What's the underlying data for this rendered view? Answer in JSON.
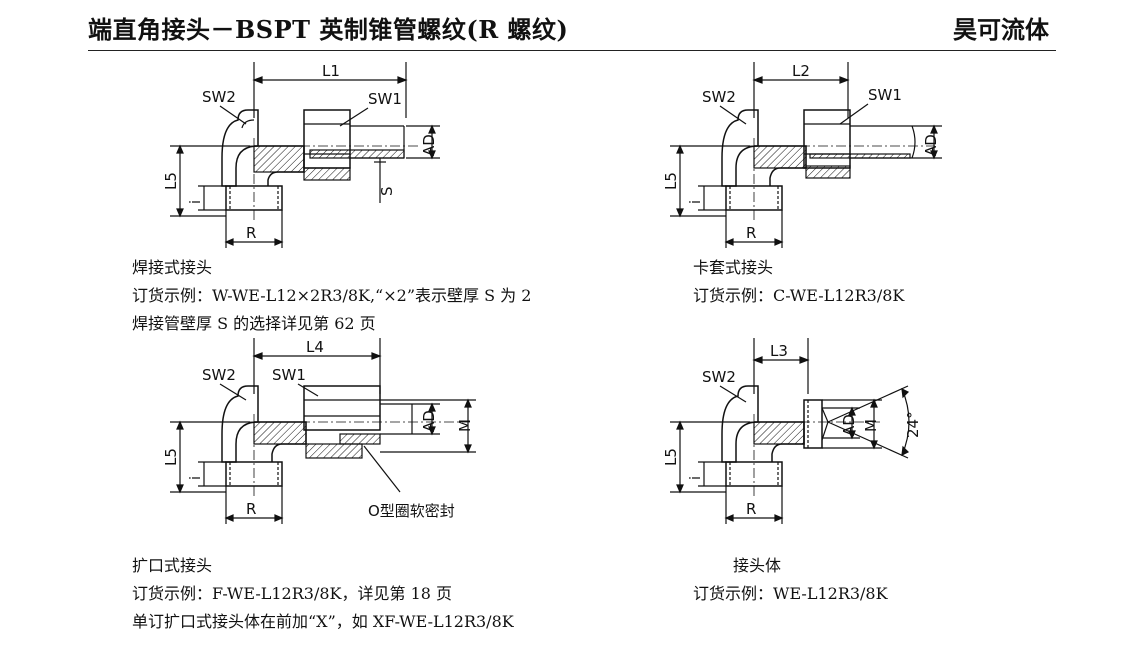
{
  "header": {
    "title": "端直角接头－BSPT 英制锥管螺纹(R 螺纹)",
    "brand": "昊可流体"
  },
  "figures": [
    {
      "labels": {
        "length": "L1",
        "sw2": "SW2",
        "sw1": "SW1",
        "ad": "AD",
        "s": "S",
        "l5": "L5",
        "i": "i",
        "r": "R"
      },
      "title": "焊接式接头",
      "order": "订货示例：W-WE-L12×2R3/8K,“×2”表示壁厚 S 为 2",
      "note": "焊接管壁厚 S 的选择详见第 62 页"
    },
    {
      "labels": {
        "length": "L2",
        "sw2": "SW2",
        "sw1": "SW1",
        "ad": "AD",
        "l5": "L5",
        "i": "i",
        "r": "R"
      },
      "title": "卡套式接头",
      "order": "订货示例：C-WE-L12R3/8K"
    },
    {
      "labels": {
        "length": "L4",
        "sw2": "SW2",
        "sw1": "SW1",
        "ad": "AD",
        "m": "M",
        "l5": "L5",
        "i": "i",
        "r": "R",
        "seal": "O型圈软密封"
      },
      "title": "扩口式接头",
      "order": "订货示例：F-WE-L12R3/8K，详见第 18 页",
      "note": "单订扩口式接头体在前加“X”，如 XF-WE-L12R3/8K"
    },
    {
      "labels": {
        "length": "L3",
        "sw2": "SW2",
        "ad": "AD",
        "m": "M",
        "angle": "24°",
        "l5": "L5",
        "i": "i",
        "r": "R"
      },
      "title": "接头体",
      "order": "订货示例：WE-L12R3/8K"
    }
  ]
}
